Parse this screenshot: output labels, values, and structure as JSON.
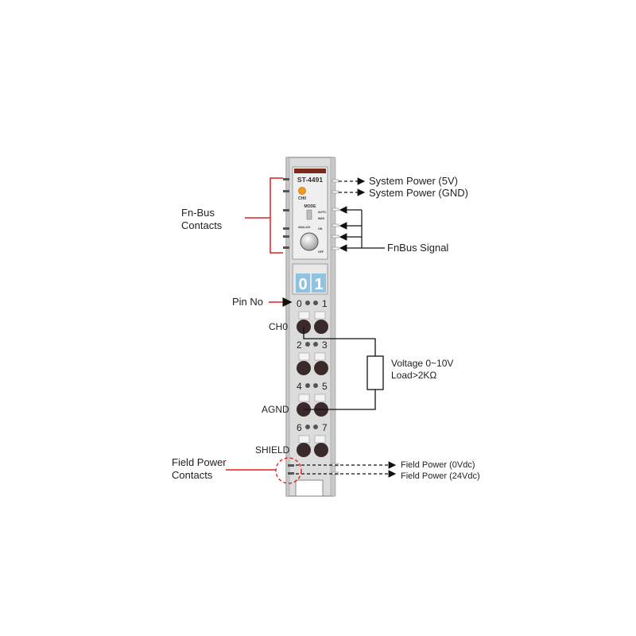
{
  "module": {
    "model": "ST-4491",
    "ch_led_label": "CH0",
    "mode_label": "MODE",
    "mode_opt_auto": "AUTO",
    "mode_opt_man": "MAN",
    "analog_label": "ANALOG",
    "analog_opt_on": "ON",
    "analog_opt_off": "OFF",
    "digit_left": "0",
    "digit_right": "1",
    "pin_numbers": [
      "0",
      "1",
      "2",
      "3",
      "4",
      "5",
      "6",
      "7"
    ],
    "colors": {
      "body": "#d8d8d8",
      "header": "#7a2a1a",
      "led": "#f29a1e",
      "digit_bg": "#8fc3e0",
      "terminal": "#3a2a2a",
      "red_callout": "#e02020"
    }
  },
  "labels": {
    "fnbus_line1": "Fn-Bus",
    "fnbus_line2": "Contacts",
    "system_power_5v": "System Power (5V)",
    "system_power_gnd": "System Power (GND)",
    "fnbus_signal": "FnBus Signal",
    "pin_no": "Pin No",
    "ch0": "CH0",
    "agnd": "AGND",
    "shield": "SHIELD",
    "voltage": "Voltage 0~10V",
    "load": "Load>2KΩ",
    "field_power_line1": "Field Power",
    "field_power_line2": "Contacts",
    "field_power_0v": "Field Power (0Vdc)",
    "field_power_24v": "Field Power (24Vdc)"
  }
}
